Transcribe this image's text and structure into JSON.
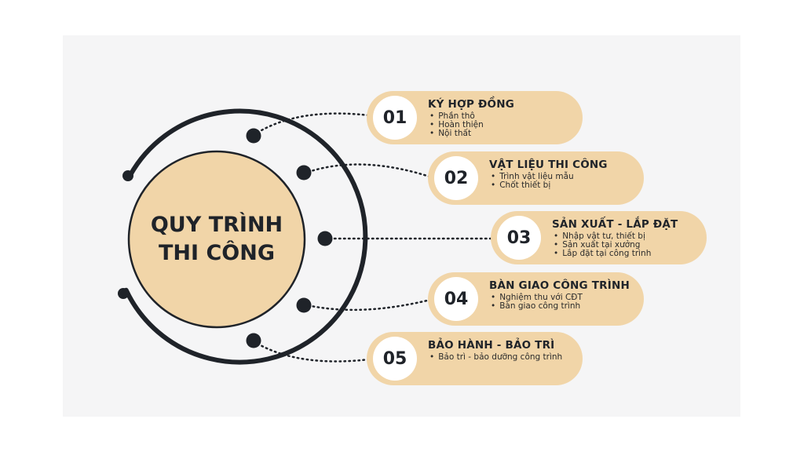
{
  "center": {
    "line1": "QUY TRÌNH",
    "line2": "THI CÔNG"
  },
  "colors": {
    "pill": "#f1d5a8",
    "circle": "#f1d5a8",
    "ring": "#1f2329",
    "background": "#f5f5f6"
  },
  "steps": [
    {
      "number": "01",
      "title": "KÝ HỢP ĐỒNG",
      "items": [
        "Phần thô",
        "Hoàn thiện",
        "Nội thất"
      ]
    },
    {
      "number": "02",
      "title": "VẬT LIỆU THI CÔNG",
      "items": [
        "Trình vật liệu mẫu",
        "Chốt thiết bị"
      ]
    },
    {
      "number": "03",
      "title": "SẢN XUẤT - LẮP ĐẶT",
      "items": [
        "Nhập vật tư, thiết bị",
        "Sản xuất tại xưởng",
        "Lắp đặt tại công trình"
      ]
    },
    {
      "number": "04",
      "title": "BÀN GIAO CÔNG TRÌNH",
      "items": [
        "Nghiệm thu với CĐT",
        "Bàn giao công trình"
      ]
    },
    {
      "number": "05",
      "title": "BẢO HÀNH - BẢO TRÌ",
      "items": [
        "Bảo trì - bảo dưỡng công trình"
      ]
    }
  ]
}
